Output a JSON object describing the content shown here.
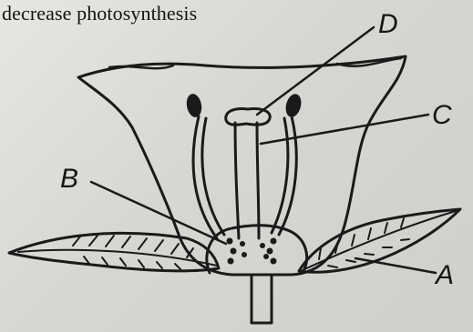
{
  "caption": "decrease photosynthesis",
  "diagram": {
    "labels": {
      "a": "A",
      "b": "B",
      "c": "C",
      "d": "D"
    }
  },
  "colors": {
    "ink": "#1a1a1a",
    "paper": "#dcdcd8"
  }
}
